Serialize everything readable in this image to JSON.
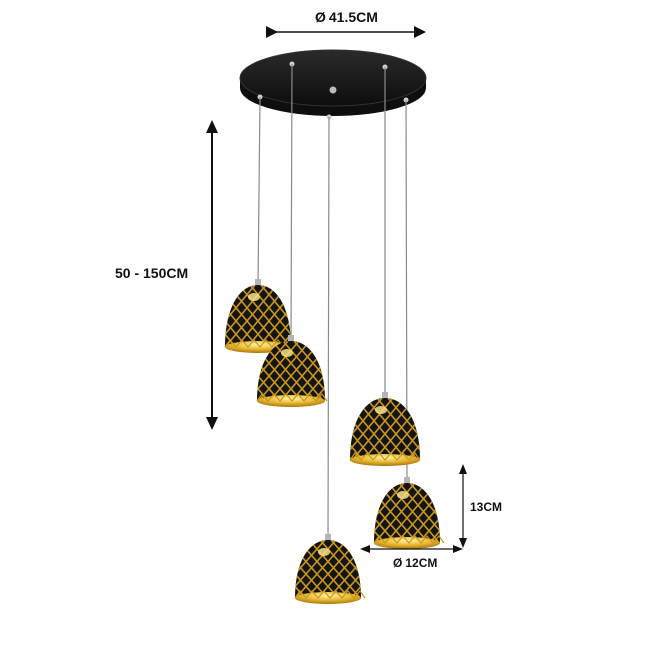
{
  "dimensions": {
    "canopy_diameter": "41.5CM",
    "drop_range": "50 - 150CM",
    "shade_height": "13CM",
    "shade_diameter": "12CM",
    "diameter_symbol": "Ø"
  },
  "colors": {
    "canopy": "#1b1b1b",
    "shade_outer": "#141414",
    "shade_inner": "#d9a520",
    "gold_lattice": "#c8961c",
    "cord": "#8a8a8a",
    "dimension_lines": "#111111"
  },
  "product": {
    "pendant_count": 5,
    "icons": [
      "pendant-lamp-icon",
      "arrow-icon"
    ]
  }
}
